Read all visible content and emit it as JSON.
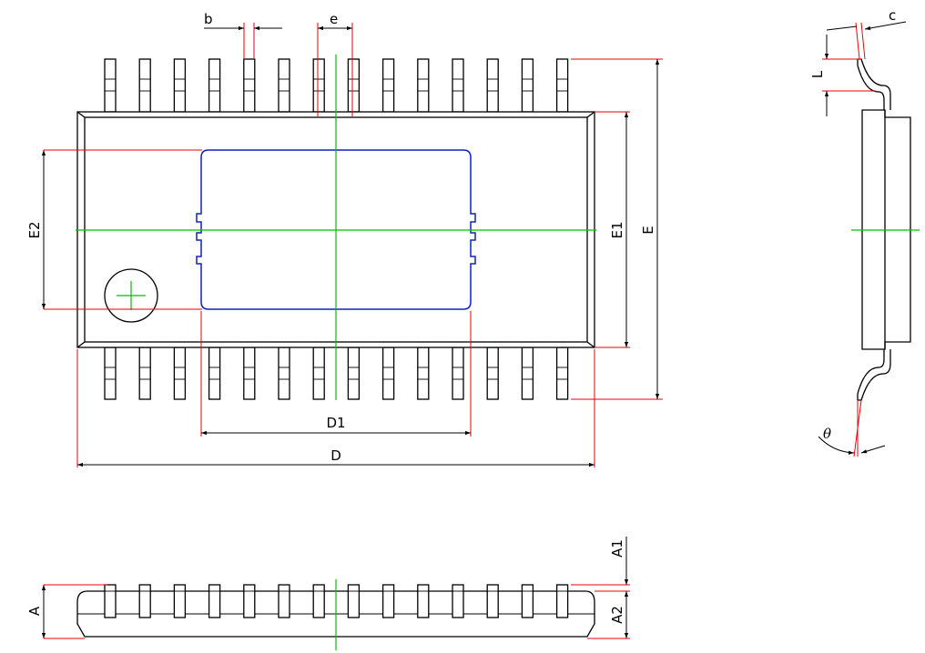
{
  "labels": {
    "b": "b",
    "e": "e",
    "c": "c",
    "L": "L",
    "E2": "E2",
    "E1": "E1",
    "E": "E",
    "D1": "D1",
    "D": "D",
    "theta": "θ",
    "A": "A",
    "A1": "A1",
    "A2": "A2"
  },
  "package": {
    "pins_per_side": 14
  },
  "colors": {
    "outline": "#000000",
    "dimension": "#e8000b",
    "centerline": "#00c000",
    "exposed_pad": "#1020c0",
    "background": "#ffffff"
  }
}
